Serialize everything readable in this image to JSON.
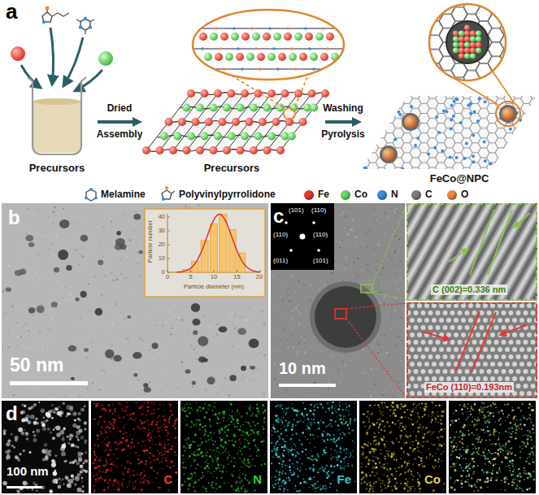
{
  "diagram": {
    "nodes": [
      {
        "text": [
          "Precursors"
        ]
      },
      {
        "text": [
          "Precursors"
        ]
      },
      {
        "text": [
          "FeCo@NPC"
        ]
      },
      {
        "text": [
          "b",
          "50 nm"
        ]
      },
      {
        "text": [
          "Particle number",
          "Particle diameter (nm)"
        ],
        "in": 3
      },
      {
        "text": [
          "c",
          "10 nm"
        ]
      },
      {
        "text": [
          "(101)",
          "(110)",
          "(110)",
          "(110)",
          "(011)",
          "(101)"
        ],
        "in": 5
      },
      {
        "text": [
          "C (002)=0.336 nm"
        ]
      },
      {
        "text": [
          "FeCo (110)=0.193nm"
        ]
      },
      {
        "text": [
          "d",
          "100 nm"
        ]
      },
      {
        "text": [
          "C"
        ]
      },
      {
        "text": [
          "N"
        ]
      },
      {
        "text": [
          "Fe"
        ]
      },
      {
        "text": [
          "Co"
        ]
      }
    ],
    "edges": [
      {
        "from": 0,
        "to": 1,
        "arrow": "to"
      },
      {
        "from": 1,
        "to": 2,
        "arrow": "to"
      }
    ],
    "labels": [
      "a",
      "Dried",
      "Assembly",
      "Washing",
      "Pyrolysis",
      "0",
      "10",
      "20",
      "30",
      "40",
      "0",
      "5",
      "10",
      "15",
      "20"
    ],
    "legend": [
      {
        "text": "Melamine"
      },
      {
        "text": "Polyvinylpyrrolidone"
      },
      {
        "text": "Fe",
        "color": "#e8392b"
      },
      {
        "text": "Co",
        "color": "#66d966"
      },
      {
        "text": "N",
        "color": "#3a8ee0"
      },
      {
        "text": "C",
        "color": "#7f7f7f"
      },
      {
        "text": "O",
        "color": "#f0883a"
      }
    ]
  }
}
